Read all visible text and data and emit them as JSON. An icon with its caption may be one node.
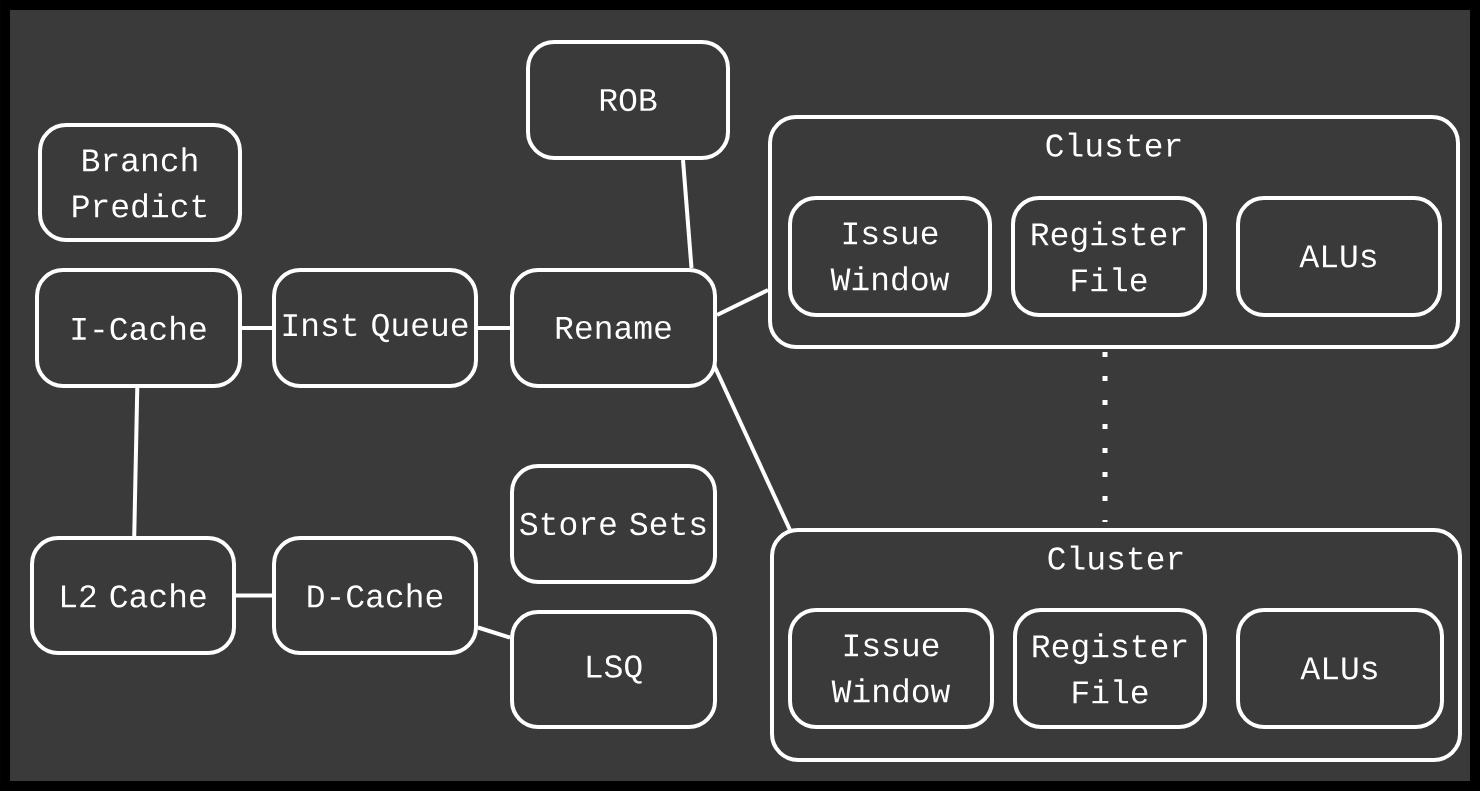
{
  "diagram": {
    "nodes": [
      {
        "text": [
          "Branch Predict"
        ]
      },
      {
        "text": [
          "ROB"
        ]
      },
      {
        "text": [
          "Cluster"
        ]
      },
      {
        "text": [
          "Issue Window"
        ],
        "in": 2
      },
      {
        "text": [
          "Register File"
        ],
        "in": 2
      },
      {
        "text": [
          "ALUs"
        ],
        "in": 2
      },
      {
        "text": [
          "I-Cache"
        ]
      },
      {
        "text": [
          "Inst Queue"
        ]
      },
      {
        "text": [
          "Rename"
        ]
      },
      {
        "text": [
          "Store Sets"
        ]
      },
      {
        "text": [
          "L2 Cache"
        ]
      },
      {
        "text": [
          "D-Cache"
        ]
      },
      {
        "text": [
          "LSQ"
        ]
      },
      {
        "text": [
          "Cluster"
        ]
      },
      {
        "text": [
          "Issue Window"
        ],
        "in": 13
      },
      {
        "text": [
          "Register File"
        ],
        "in": 13
      },
      {
        "text": [
          "ALUs"
        ],
        "in": 13
      }
    ],
    "edges": [
      {
        "from": 1,
        "to": 8,
        "arrow": "none"
      },
      {
        "from": 8,
        "to": 2,
        "arrow": "none"
      },
      {
        "from": 8,
        "to": 13,
        "arrow": "none"
      },
      {
        "from": 6,
        "to": 7,
        "arrow": "none"
      },
      {
        "from": 7,
        "to": 8,
        "arrow": "none"
      },
      {
        "from": 6,
        "to": 10,
        "arrow": "none"
      },
      {
        "from": 10,
        "to": 11,
        "arrow": "none"
      },
      {
        "from": 11,
        "to": 12,
        "arrow": "none"
      }
    ]
  }
}
